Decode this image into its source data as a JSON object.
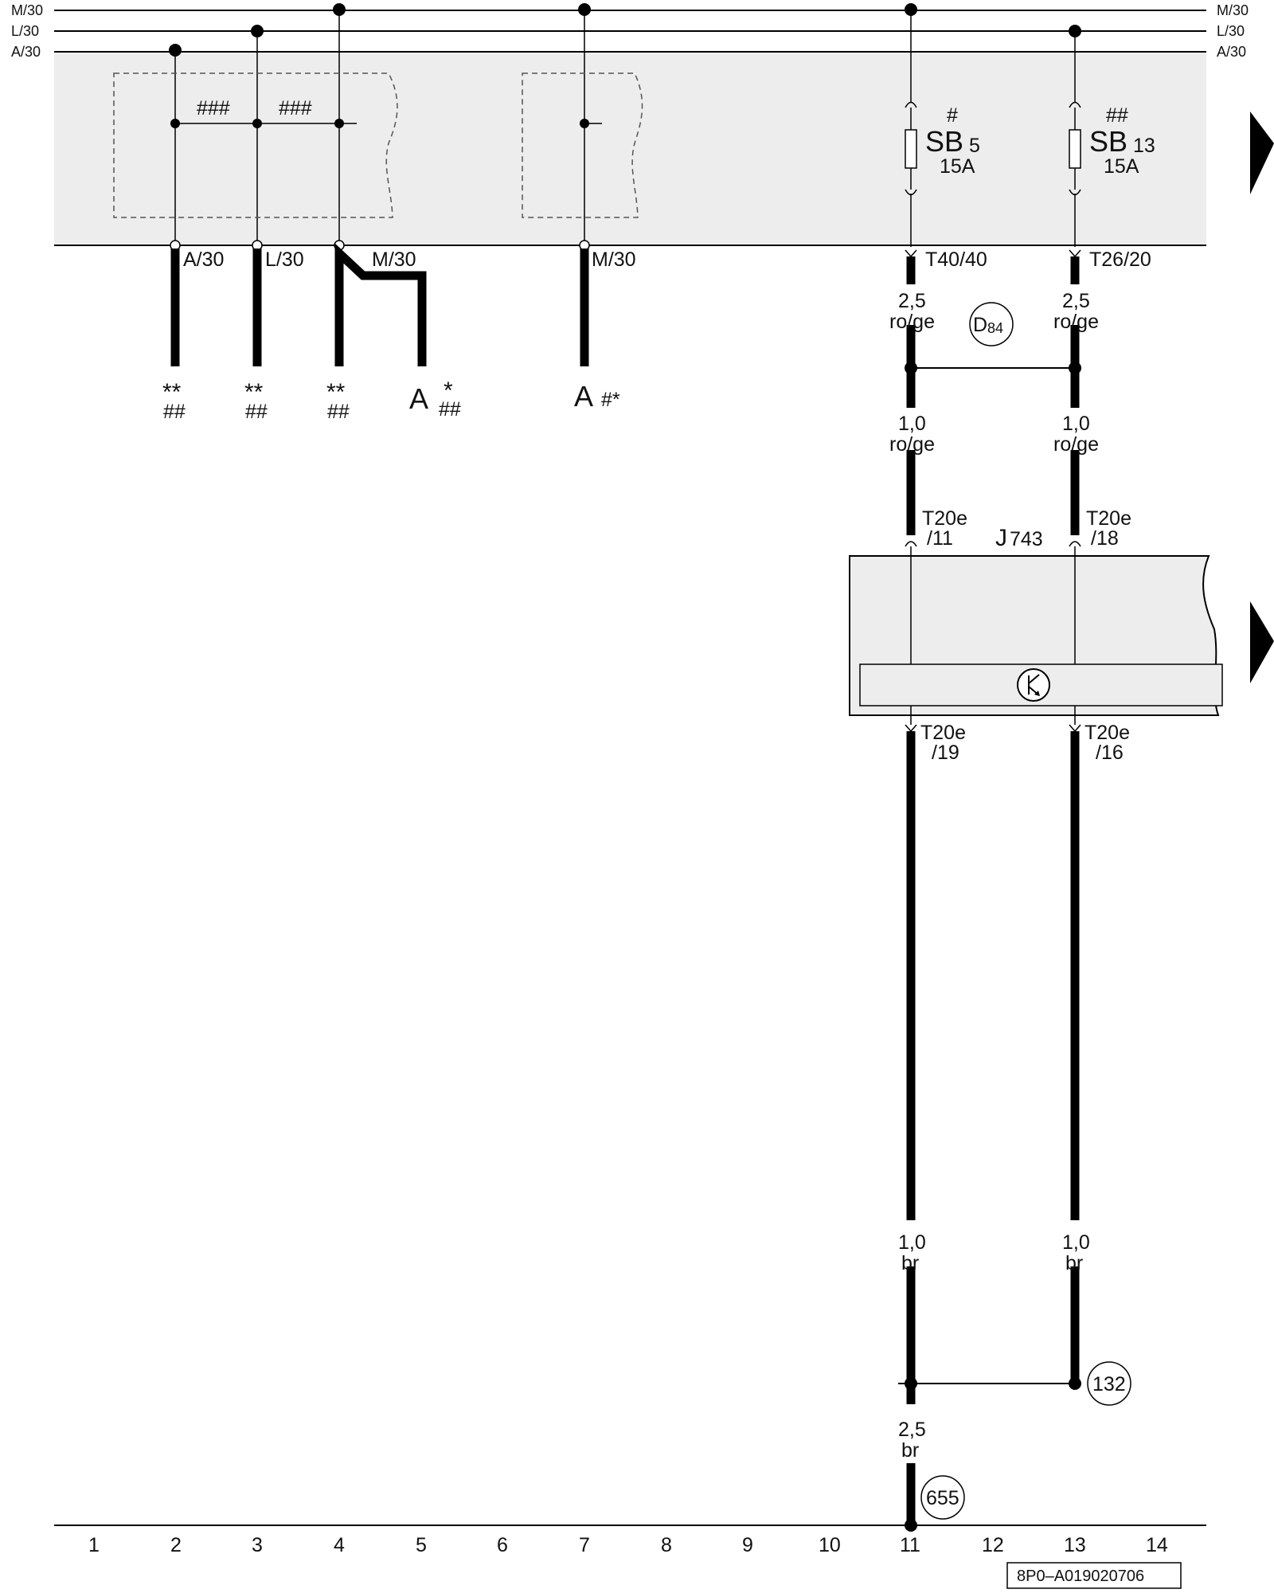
{
  "rails": {
    "m30_left": "M/30",
    "l30_left": "L/30",
    "a30_left": "A/30",
    "m30_right": "M/30",
    "l30_right": "L/30",
    "a30_right": "A/30"
  },
  "fuse_box": {
    "hash3_a": "###",
    "hash3_b": "###",
    "sb5": {
      "mark": "#",
      "name": "SB",
      "num": "5",
      "rating": "15A"
    },
    "sb13": {
      "mark": "##",
      "name": "SB",
      "num": "13",
      "rating": "15A"
    }
  },
  "outputs": {
    "a30": "A/30",
    "l30": "L/30",
    "m30_a": "M/30",
    "m30_b": "M/30",
    "t40": "T40/40",
    "t26": "T26/20"
  },
  "lead_refs": {
    "col2": [
      "**",
      "##"
    ],
    "col3": [
      "**",
      "##"
    ],
    "col4": [
      "**",
      "##"
    ],
    "col5": {
      "letter": "A",
      "mark_top": "*",
      "mark_bottom": "##"
    },
    "col7": {
      "letter": "A",
      "mark": "#*"
    }
  },
  "wires": {
    "w11_top": [
      "2,5",
      "ro/ge"
    ],
    "w13_top": [
      "2,5",
      "ro/ge"
    ],
    "w11_mid": [
      "1,0",
      "ro/ge"
    ],
    "w13_mid": [
      "1,0",
      "ro/ge"
    ],
    "w11_low": [
      "1,0",
      "br"
    ],
    "w13_low": [
      "1,0",
      "br"
    ],
    "w11_ground": [
      "2,5",
      "br"
    ]
  },
  "connection_d": {
    "letter": "D",
    "num": "84"
  },
  "module": {
    "name": "J",
    "num": "743",
    "pin_in_11": [
      "T20e",
      "/11"
    ],
    "pin_in_18": [
      "T20e",
      "/18"
    ],
    "pin_out_19": [
      "T20e",
      "/19"
    ],
    "pin_out_16": [
      "T20e",
      "/16"
    ]
  },
  "ground_refs": {
    "g132": "132",
    "g655": "655"
  },
  "grid_numbers": [
    "1",
    "2",
    "3",
    "4",
    "5",
    "6",
    "7",
    "8",
    "9",
    "10",
    "11",
    "12",
    "13",
    "14"
  ],
  "doc_code": "8P0–A019020706"
}
